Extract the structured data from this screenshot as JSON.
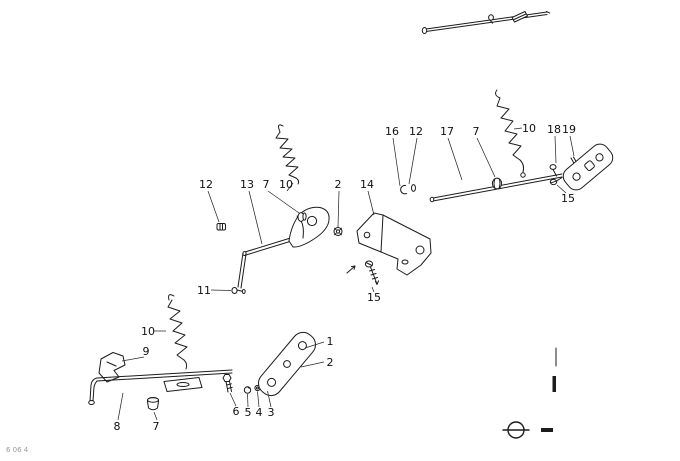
{
  "colors": {
    "ink": "#1c1c1c",
    "background": "#ffffff",
    "label": "#101010"
  },
  "footer_code": "6 06 4",
  "callouts": [
    {
      "ref": "16"
    },
    {
      "ref": "12"
    },
    {
      "ref": "17"
    },
    {
      "ref": "7"
    },
    {
      "ref": "10"
    },
    {
      "ref": "18"
    },
    {
      "ref": "19"
    },
    {
      "ref": "15"
    },
    {
      "ref": "12"
    },
    {
      "ref": "13"
    },
    {
      "ref": "7"
    },
    {
      "ref": "10"
    },
    {
      "ref": "2"
    },
    {
      "ref": "14"
    },
    {
      "ref": "11"
    },
    {
      "ref": "15"
    },
    {
      "ref": "10"
    },
    {
      "ref": "9"
    },
    {
      "ref": "1"
    },
    {
      "ref": "2"
    },
    {
      "ref": "8"
    },
    {
      "ref": "7"
    },
    {
      "ref": "6"
    },
    {
      "ref": "5"
    },
    {
      "ref": "4"
    },
    {
      "ref": "3"
    }
  ]
}
